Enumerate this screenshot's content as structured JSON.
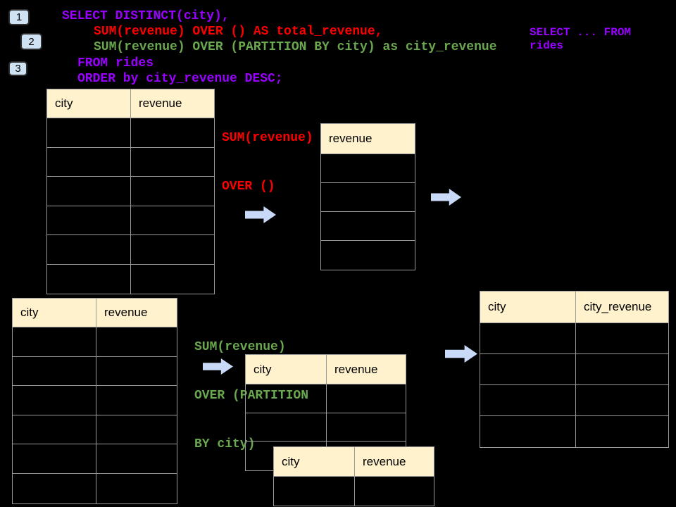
{
  "colors": {
    "purple": "#9900ff",
    "red": "#ff0000",
    "green": "#6aa84f",
    "table_header_bg": "#fff2cc",
    "arrow_fill": "#c9daf8",
    "badge_bg": "#cfe2f3",
    "table_border": "#999999",
    "background": "#000000"
  },
  "step_badges": [
    {
      "label": "1"
    },
    {
      "label": "2"
    },
    {
      "label": "3"
    }
  ],
  "sql_query": {
    "lines": [
      "SELECT DISTINCT(city),",
      "SUM(revenue) OVER () AS total_revenue,",
      "SUM(revenue) OVER (PARTITION BY city) as city_revenue",
      "FROM rides",
      "ORDER by city_revenue DESC;"
    ]
  },
  "side_note": {
    "lines": [
      "SELECT ... FROM",
      "rides"
    ]
  },
  "annotations": {
    "total_revenue": {
      "lines": [
        "SUM(revenue)",
        "OVER ()"
      ]
    },
    "partition": {
      "lines": [
        "SUM(revenue)",
        "OVER (PARTITION",
        "BY city)"
      ]
    }
  },
  "tables": {
    "source_top": {
      "headers": [
        "city",
        "revenue"
      ],
      "row_count": 6
    },
    "total_result": {
      "headers": [
        "revenue"
      ],
      "row_count": 4
    },
    "source_bottom": {
      "headers": [
        "city",
        "revenue"
      ],
      "row_count": 6
    },
    "partition_mid": {
      "headers": [
        "city",
        "revenue"
      ],
      "row_count": 3
    },
    "city_revenue_result": {
      "headers": [
        "city",
        "city_revenue"
      ],
      "row_count": 4
    },
    "partition_overlap": {
      "headers": [
        "city",
        "revenue"
      ],
      "row_count": 1
    }
  },
  "icons": {
    "arrow": "right-arrow"
  }
}
